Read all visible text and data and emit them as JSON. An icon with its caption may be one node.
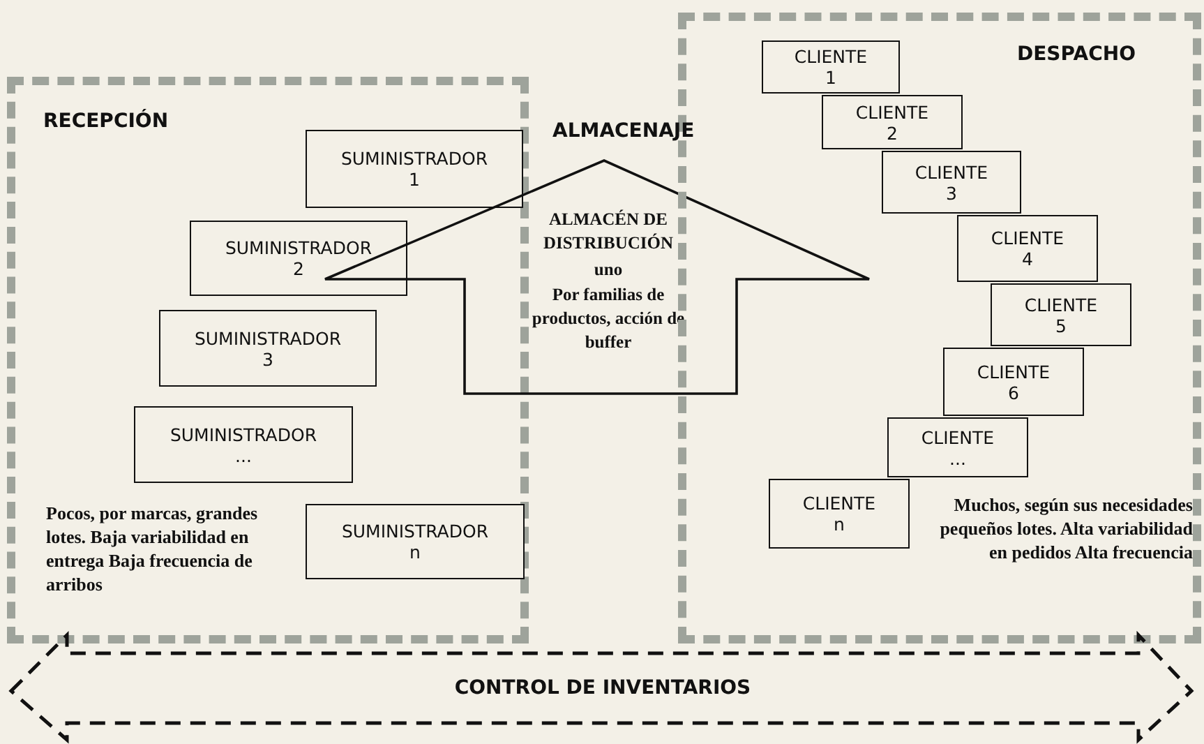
{
  "diagram": {
    "nodes": [
      {
        "text": [
          "RECEPCIÓN",
          "Pocos, por marcas, grandes lotes. Baja variabilidad en entrega Baja frecuencia de arribos"
        ]
      },
      {
        "text": [
          "SUMINISTRADOR",
          "1"
        ],
        "in": 0
      },
      {
        "text": [
          "SUMINISTRADOR",
          "2"
        ],
        "in": 0
      },
      {
        "text": [
          "SUMINISTRADOR",
          "3"
        ],
        "in": 0
      },
      {
        "text": [
          "SUMINISTRADOR",
          "..."
        ],
        "in": 0
      },
      {
        "text": [
          "SUMINISTRADOR",
          "n"
        ],
        "in": 0
      },
      {
        "text": [
          "ALMACÉN DE DISTRIBUCIÓN",
          "uno",
          "Por familias de productos, acción de buffer"
        ]
      },
      {
        "text": [
          "DESPACHO",
          "Muchos, según sus necesidades pequeños lotes. Alta variabilidad en pedidos Alta frecuencia"
        ]
      },
      {
        "text": [
          "CLIENTE",
          "1"
        ],
        "in": 7
      },
      {
        "text": [
          "CLIENTE",
          "2"
        ],
        "in": 7
      },
      {
        "text": [
          "CLIENTE",
          "3"
        ],
        "in": 7
      },
      {
        "text": [
          "CLIENTE",
          "4"
        ],
        "in": 7
      },
      {
        "text": [
          "CLIENTE",
          "5"
        ],
        "in": 7
      },
      {
        "text": [
          "CLIENTE",
          "6"
        ],
        "in": 7
      },
      {
        "text": [
          "CLIENTE",
          "..."
        ],
        "in": 7
      },
      {
        "text": [
          "CLIENTE",
          "n"
        ],
        "in": 7
      },
      {
        "text": [
          "CONTROL DE INVENTARIOS"
        ]
      }
    ],
    "edges": [],
    "labels": [
      "ALMACENAJE"
    ]
  }
}
